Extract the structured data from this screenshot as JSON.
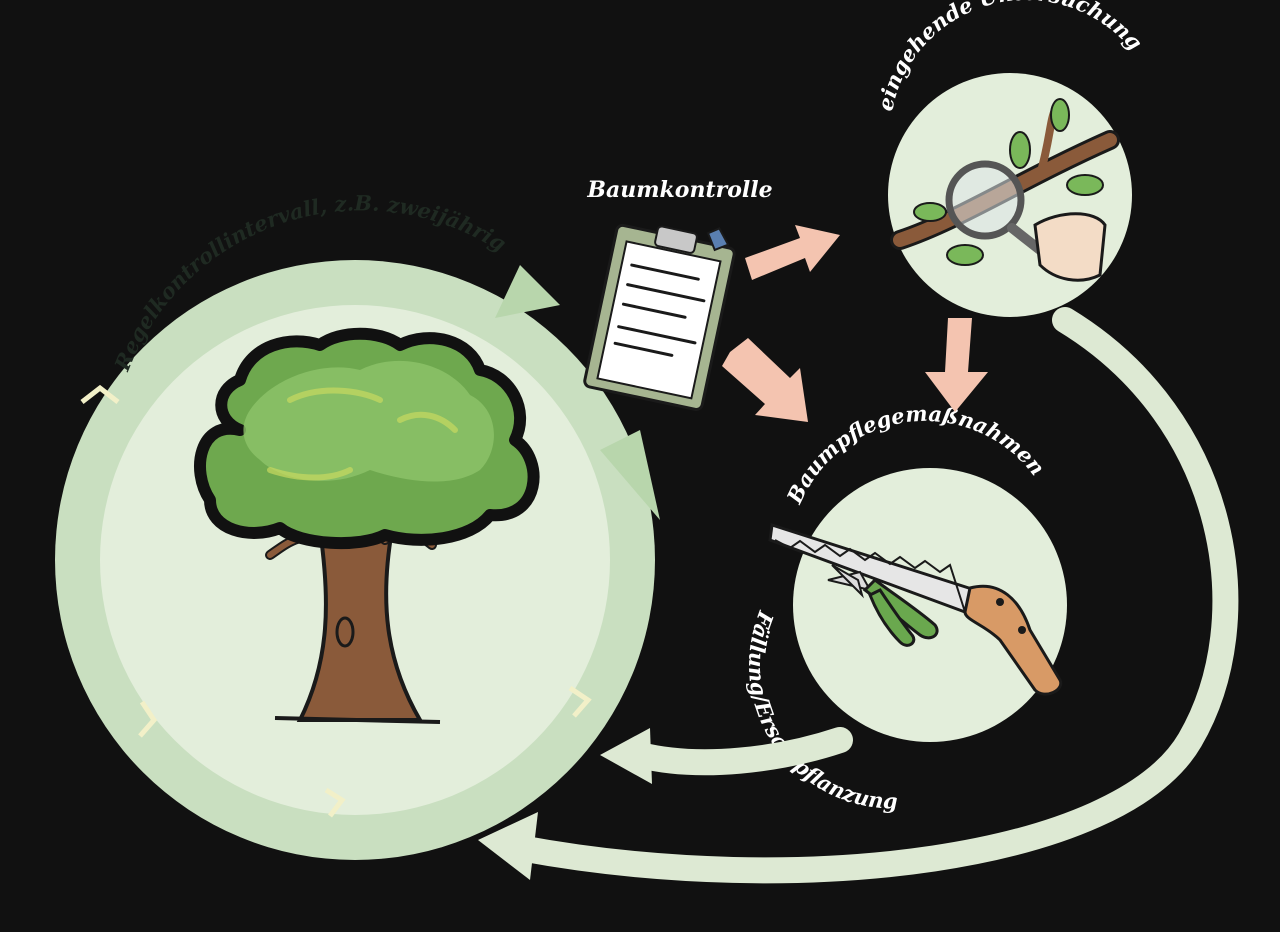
{
  "labels": {
    "cycle": "Regelkontrollintervall, z.B. zweijährig",
    "control": "Baumkontrolle",
    "investigation": "eingehende Untersuchung",
    "care": "Baumpflegemaßnahmen",
    "felling": "Fällung/Ersatzpflanzung"
  },
  "colors": {
    "background": "#111111",
    "cycle_ring": "#c9dfc0",
    "cycle_inner": "#e3eedb",
    "arrow_pink": "#f4c4b0",
    "return_arrow": "#dde9d3",
    "label_text": "#ffffff",
    "cycle_label_text": "#1f2a22"
  },
  "icons": {
    "main": "tree-icon",
    "control": "clipboard-icon",
    "investigation": "magnifier-branch-icon",
    "care": "saw-and-pruner-icon"
  }
}
